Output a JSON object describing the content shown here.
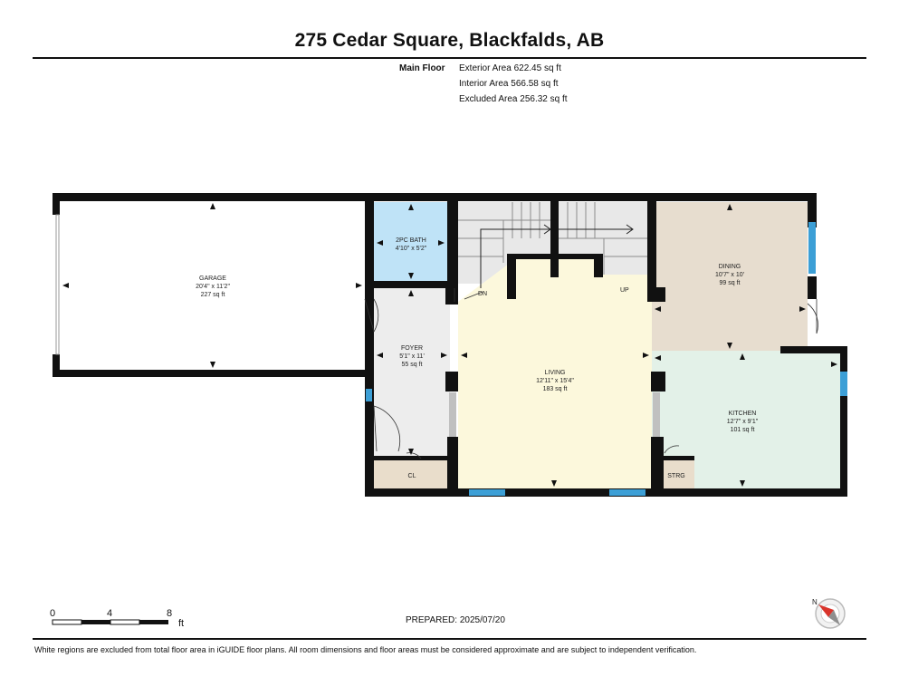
{
  "header": {
    "title": "275 Cedar Square, Blackfalds, AB"
  },
  "summary": {
    "floor": "Main Floor",
    "exterior": "Exterior Area 622.45 sq ft",
    "interior": "Interior Area 566.58 sq ft",
    "excluded": "Excluded Area 256.32 sq ft"
  },
  "rooms": {
    "garage": {
      "name": "GARAGE",
      "dims": "20'4\" x 11'2\"",
      "area": "227 sq ft"
    },
    "bath": {
      "name": "2PC BATH",
      "dims": "4'10\" x 5'2\""
    },
    "foyer": {
      "name": "FOYER",
      "dims": "5'1\" x 11'",
      "area": "55 sq ft"
    },
    "living": {
      "name": "LIVING",
      "dims": "12'11\" x 15'4\"",
      "area": "183 sq ft"
    },
    "dining": {
      "name": "DINING",
      "dims": "10'7\" x 10'",
      "area": "99 sq ft"
    },
    "kitchen": {
      "name": "KITCHEN",
      "dims": "12'7\" x 9'1\"",
      "area": "101 sq ft"
    },
    "closet": {
      "name": "CL"
    },
    "storage": {
      "name": "STRG"
    }
  },
  "stairs": {
    "down": "DN",
    "up": "UP"
  },
  "scale": {
    "ticks": [
      "0",
      "4",
      "8"
    ],
    "unit": "ft"
  },
  "compass": {
    "north": "N"
  },
  "prepared": "PREPARED: 2025/07/20",
  "footer": "White regions are excluded from total floor area in iGUIDE floor plans. All room dimensions and floor areas must be considered approximate and are subject to independent verification.",
  "colors": {
    "wall": "#111111",
    "bath": "#bfe3f7",
    "foyer": "#ededed",
    "living": "#fcf8dc",
    "dining": "#e7ddcf",
    "kitchen": "#e3f1e8",
    "closet": "#e9ddcb",
    "stairs": "#e8e8e8",
    "window": "#3c9fd6",
    "compass_red": "#d9342b"
  }
}
